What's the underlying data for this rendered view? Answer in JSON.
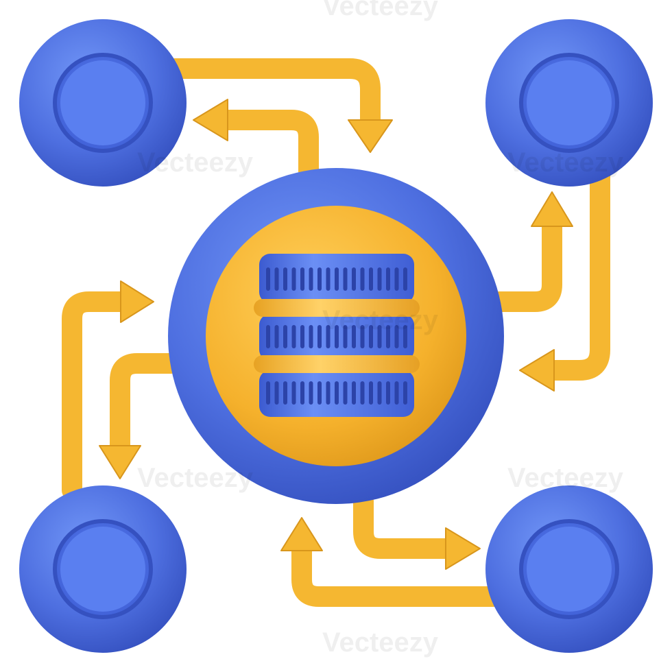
{
  "illustration": {
    "subject": "database-network-icon",
    "palette": {
      "blue": "#4e6fe0",
      "blue_light": "#6d8ef2",
      "blue_dark": "#3a55c4",
      "orange": "#f5b731",
      "orange_light": "#ffcc55",
      "orange_dark": "#d4921a",
      "background": "#ffffff"
    },
    "icons": {
      "center": "database-server-icon",
      "nodes": [
        "node-top-left",
        "node-top-right",
        "node-bottom-left",
        "node-bottom-right"
      ],
      "connectors": "bidirectional-arrows"
    }
  },
  "watermark": {
    "brand": "Vecteezy"
  }
}
